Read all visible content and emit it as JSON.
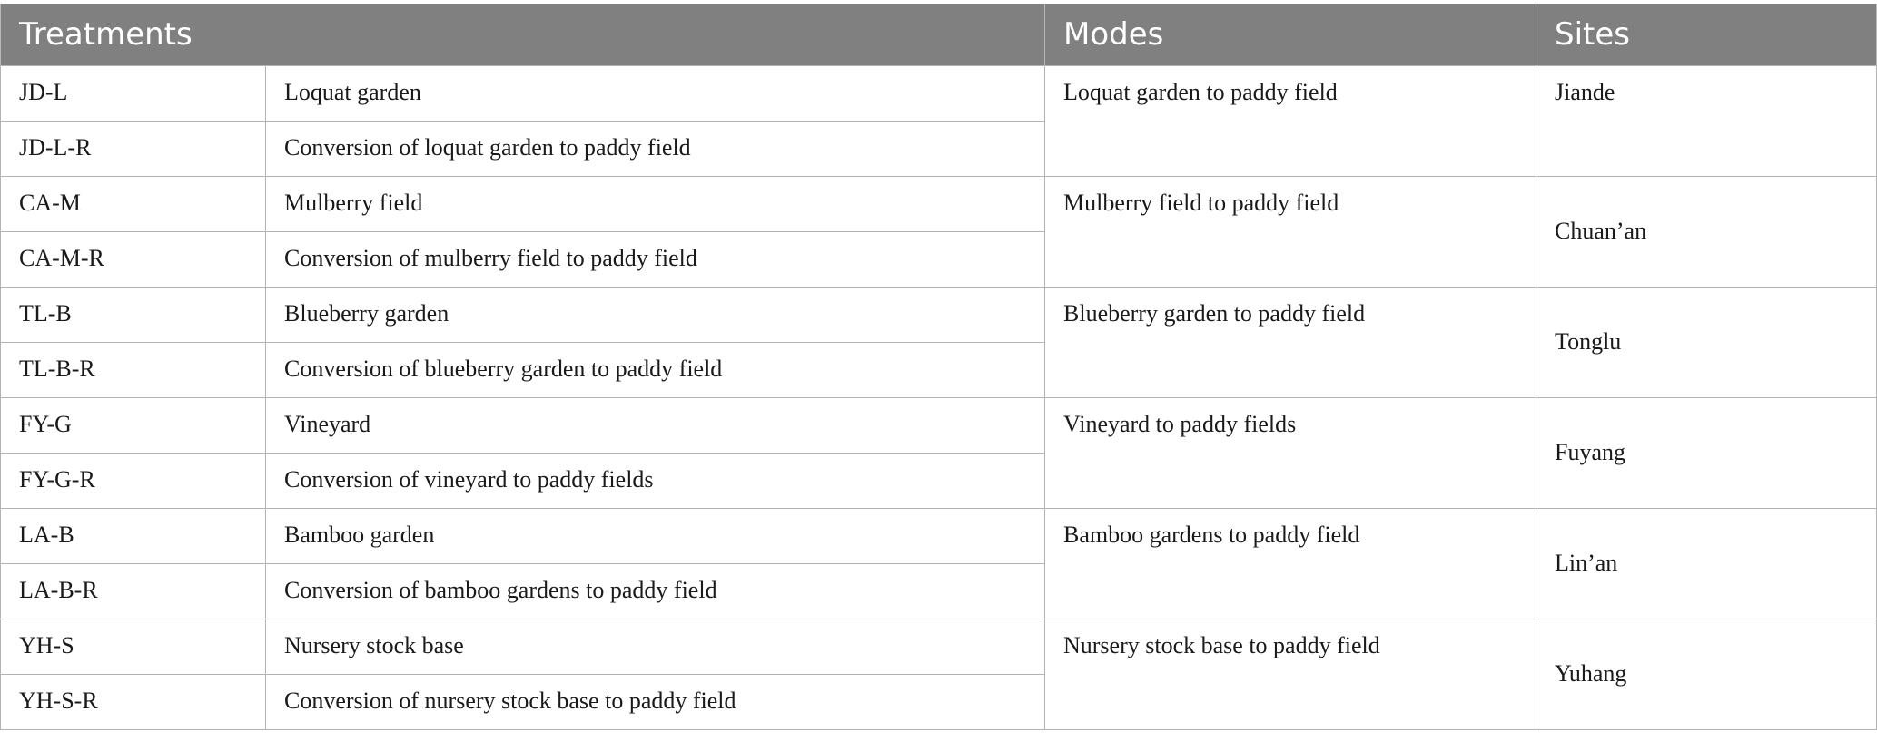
{
  "table": {
    "headers": [
      "Treatments",
      "Modes",
      "Sites"
    ],
    "groups": [
      {
        "rows": [
          {
            "code": "JD-L",
            "description": "Loquat garden"
          },
          {
            "code": "JD-L-R",
            "description": "Conversion of loquat garden to paddy field"
          }
        ],
        "mode": "Loquat garden to paddy field",
        "site": "Jiande"
      },
      {
        "rows": [
          {
            "code": "CA-M",
            "description": "Mulberry field"
          },
          {
            "code": "CA-M-R",
            "description": "Conversion of mulberry field to paddy field"
          }
        ],
        "mode": "Mulberry field to paddy field",
        "site": "Chuan’an"
      },
      {
        "rows": [
          {
            "code": "TL-B",
            "description": "Blueberry garden"
          },
          {
            "code": "TL-B-R",
            "description": "Conversion of blueberry garden to paddy field"
          }
        ],
        "mode": "Blueberry garden to paddy field",
        "site": "Tonglu"
      },
      {
        "rows": [
          {
            "code": "FY-G",
            "description": "Vineyard"
          },
          {
            "code": "FY-G-R",
            "description": "Conversion of vineyard to paddy fields"
          }
        ],
        "mode": "Vineyard to paddy fields",
        "site": "Fuyang"
      },
      {
        "rows": [
          {
            "code": "LA-B",
            "description": "Bamboo garden"
          },
          {
            "code": "LA-B-R",
            "description": "Conversion of bamboo gardens to paddy field"
          }
        ],
        "mode": "Bamboo gardens to paddy field",
        "site": "Lin’an"
      },
      {
        "rows": [
          {
            "code": "YH-S",
            "description": "Nursery stock base"
          },
          {
            "code": "YH-S-R",
            "description": "Conversion of nursery stock base to paddy field"
          }
        ],
        "mode": "Nursery stock base to paddy field",
        "site": "Yuhang"
      }
    ]
  }
}
